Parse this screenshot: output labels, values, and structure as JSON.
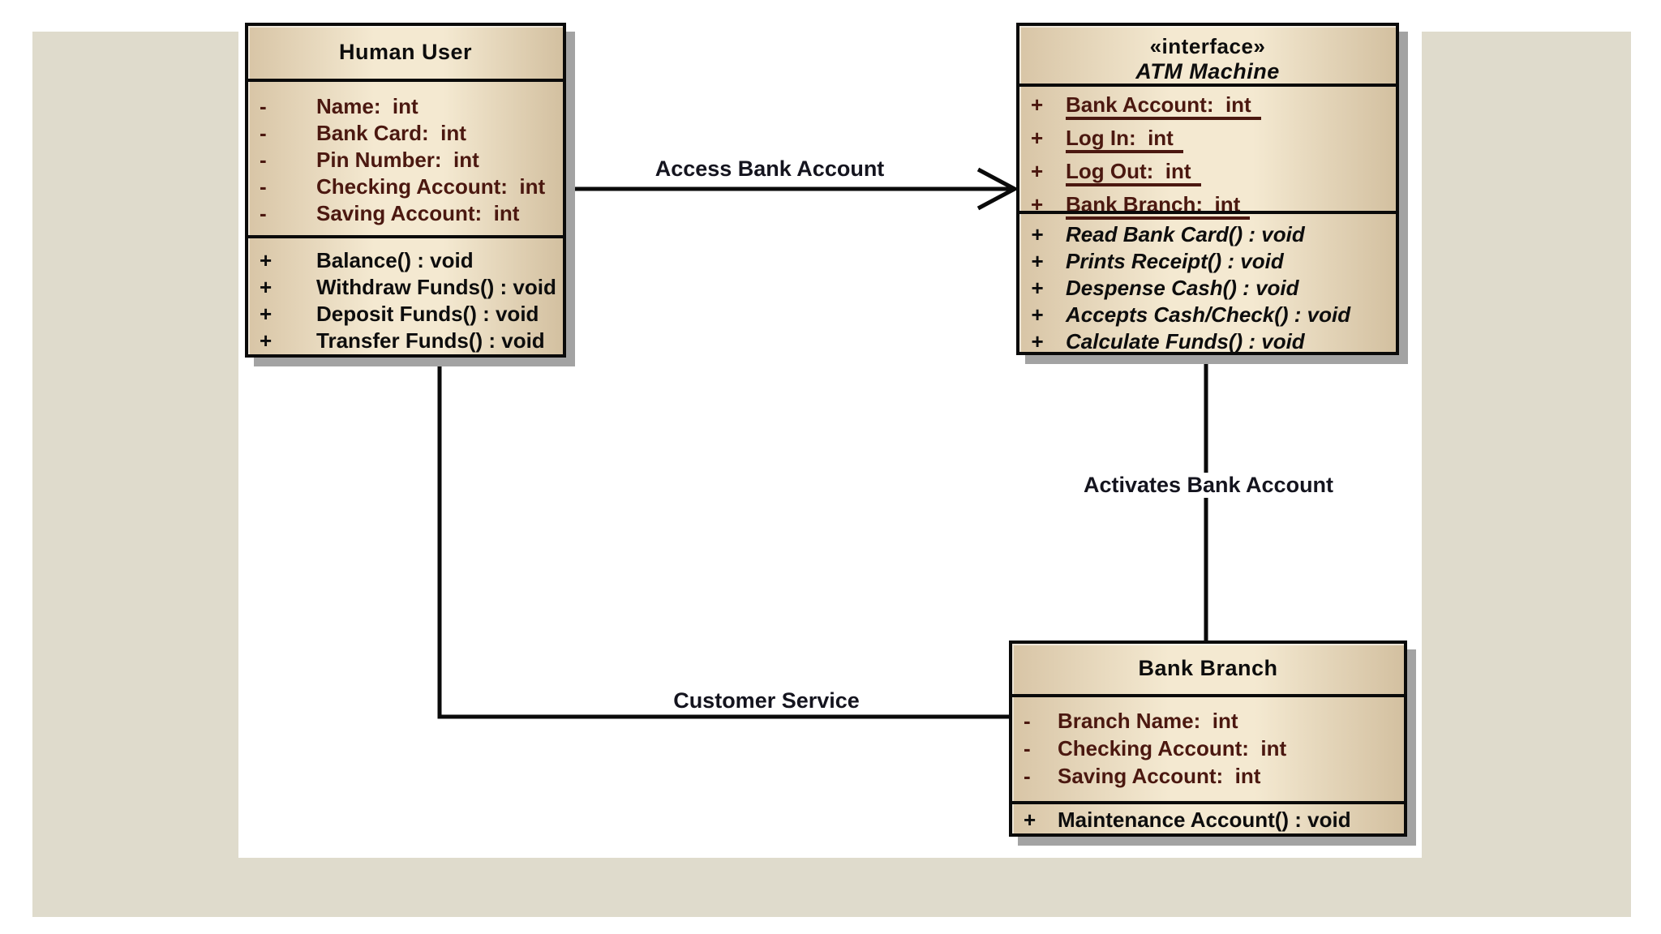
{
  "colors": {
    "page_bg": "#ffffff",
    "frame_bg": "#dfdbcc",
    "canvas_bg": "#ffffff",
    "box_border": "#0a0a0a",
    "fill_edge": "#d8c5a6",
    "fill_mid": "#f4e9d1",
    "fill_edge2": "#d3c0a0",
    "shadow": "#a3a3a3",
    "attr_color": "#4b1810",
    "method_color": "#0d0d0d",
    "label_color": "#14141e",
    "line_color": "#0a0a0a"
  },
  "classes": {
    "human_user": {
      "title": "Human User",
      "attributes": [
        {
          "vis": "-",
          "text": "Name:  int"
        },
        {
          "vis": "-",
          "text": "Bank Card:  int"
        },
        {
          "vis": "-",
          "text": "Pin Number:  int"
        },
        {
          "vis": "-",
          "text": "Checking Account:  int"
        },
        {
          "vis": "-",
          "text": "Saving Account:  int"
        }
      ],
      "methods": [
        {
          "vis": "+",
          "text": "Balance() : void"
        },
        {
          "vis": "+",
          "text": "Withdraw Funds() : void"
        },
        {
          "vis": "+",
          "text": "Deposit Funds() : void"
        },
        {
          "vis": "+",
          "text": "Transfer Funds() : void"
        }
      ]
    },
    "atm_machine": {
      "stereotype": "«interface»",
      "title": "ATM Machine",
      "attributes": [
        {
          "vis": "+",
          "text": "Bank Account:  int"
        },
        {
          "vis": "+",
          "text": "Log In:  int"
        },
        {
          "vis": "+",
          "text": "Log Out:  int"
        },
        {
          "vis": "+",
          "text": "Bank Branch:  int"
        }
      ],
      "methods": [
        {
          "vis": "+",
          "text": "Read Bank Card() : void"
        },
        {
          "vis": "+",
          "text": "Prints Receipt() : void"
        },
        {
          "vis": "+",
          "text": "Despense Cash() : void"
        },
        {
          "vis": "+",
          "text": "Accepts Cash/Check() : void"
        },
        {
          "vis": "+",
          "text": "Calculate Funds() : void"
        }
      ]
    },
    "bank_branch": {
      "title": "Bank Branch",
      "attributes": [
        {
          "vis": "-",
          "text": "Branch Name:  int"
        },
        {
          "vis": "-",
          "text": "Checking Account:  int"
        },
        {
          "vis": "-",
          "text": "Saving Account:  int"
        }
      ],
      "methods": [
        {
          "vis": "+",
          "text": "Maintenance Account() : void"
        }
      ]
    }
  },
  "connectors": {
    "access": {
      "label": "Access Bank Account"
    },
    "activates": {
      "label": "Activates Bank Account"
    },
    "customer": {
      "label": "Customer Service"
    }
  }
}
